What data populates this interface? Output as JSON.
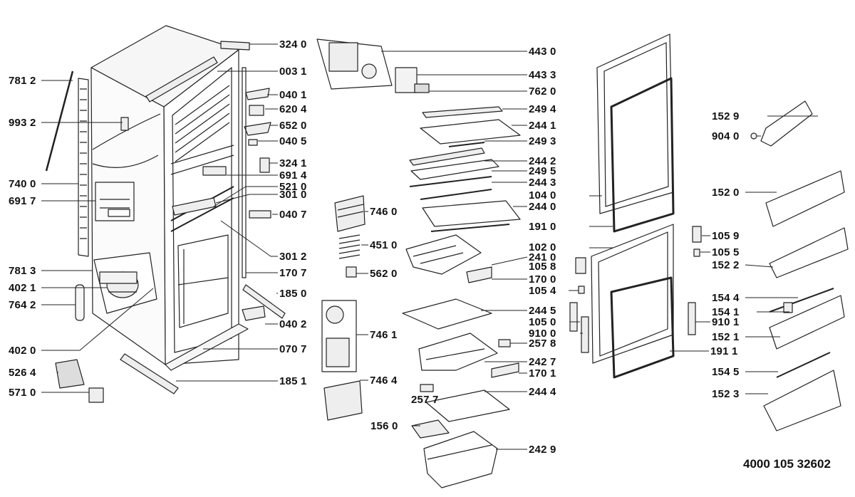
{
  "document_number": "4000 105 32602",
  "callouts": {
    "c7812": "781 2",
    "c9932": "993 2",
    "c7400": "740 0",
    "c6917": "691 7",
    "c7813": "781 3",
    "c4021": "402 1",
    "c7642": "764 2",
    "c4020": "402 0",
    "c5264": "526 4",
    "c5710": "571 0",
    "c3240": "324 0",
    "c0031": "003 1",
    "c0401": "040 1",
    "c6204": "620 4",
    "c6520": "652 0",
    "c0405": "040 5",
    "c3241": "324 1",
    "c6914": "691 4",
    "c5210": "521 0",
    "c3010": "301 0",
    "c0407": "040 7",
    "c3012": "301 2",
    "c1707": "170 7",
    "c1850": "185 0",
    "c0402": "040 2",
    "c0707": "070 7",
    "c1851": "185 1",
    "c7460": "746 0",
    "c4510": "451 0",
    "c5620": "562 0",
    "c7461": "746 1",
    "c7464": "746 4",
    "c2577": "257 7",
    "c1560": "156 0",
    "c4430": "443 0",
    "c4433": "443 3",
    "c7620": "762 0",
    "c2494": "249 4",
    "c2441": "244 1",
    "c2493": "249 3",
    "c2442": "244 2",
    "c2495": "249 5",
    "c2443": "244 3",
    "c1040": "104 0",
    "c2440": "244 0",
    "c1910": "191 0",
    "c1020": "102 0",
    "c2410": "241 0",
    "c1058": "105 8",
    "c1700": "170 0",
    "c1054": "105 4",
    "c2445": "244 5",
    "c1050": "105 0",
    "c9100": "910 0",
    "c2578": "257 8",
    "c2427": "242 7",
    "c1701": "170 1",
    "c2444": "244 4",
    "c2429": "242 9",
    "c1059": "105 9",
    "c1055": "105 5",
    "c9101": "910 1",
    "c1911": "191 1",
    "c1529": "152 9",
    "c9040": "904 0",
    "c1520": "152 0",
    "c1522": "152 2",
    "c1544": "154 4",
    "c1541": "154 1",
    "c1521": "152 1",
    "c1545": "154 5",
    "c1523": "152 3"
  }
}
